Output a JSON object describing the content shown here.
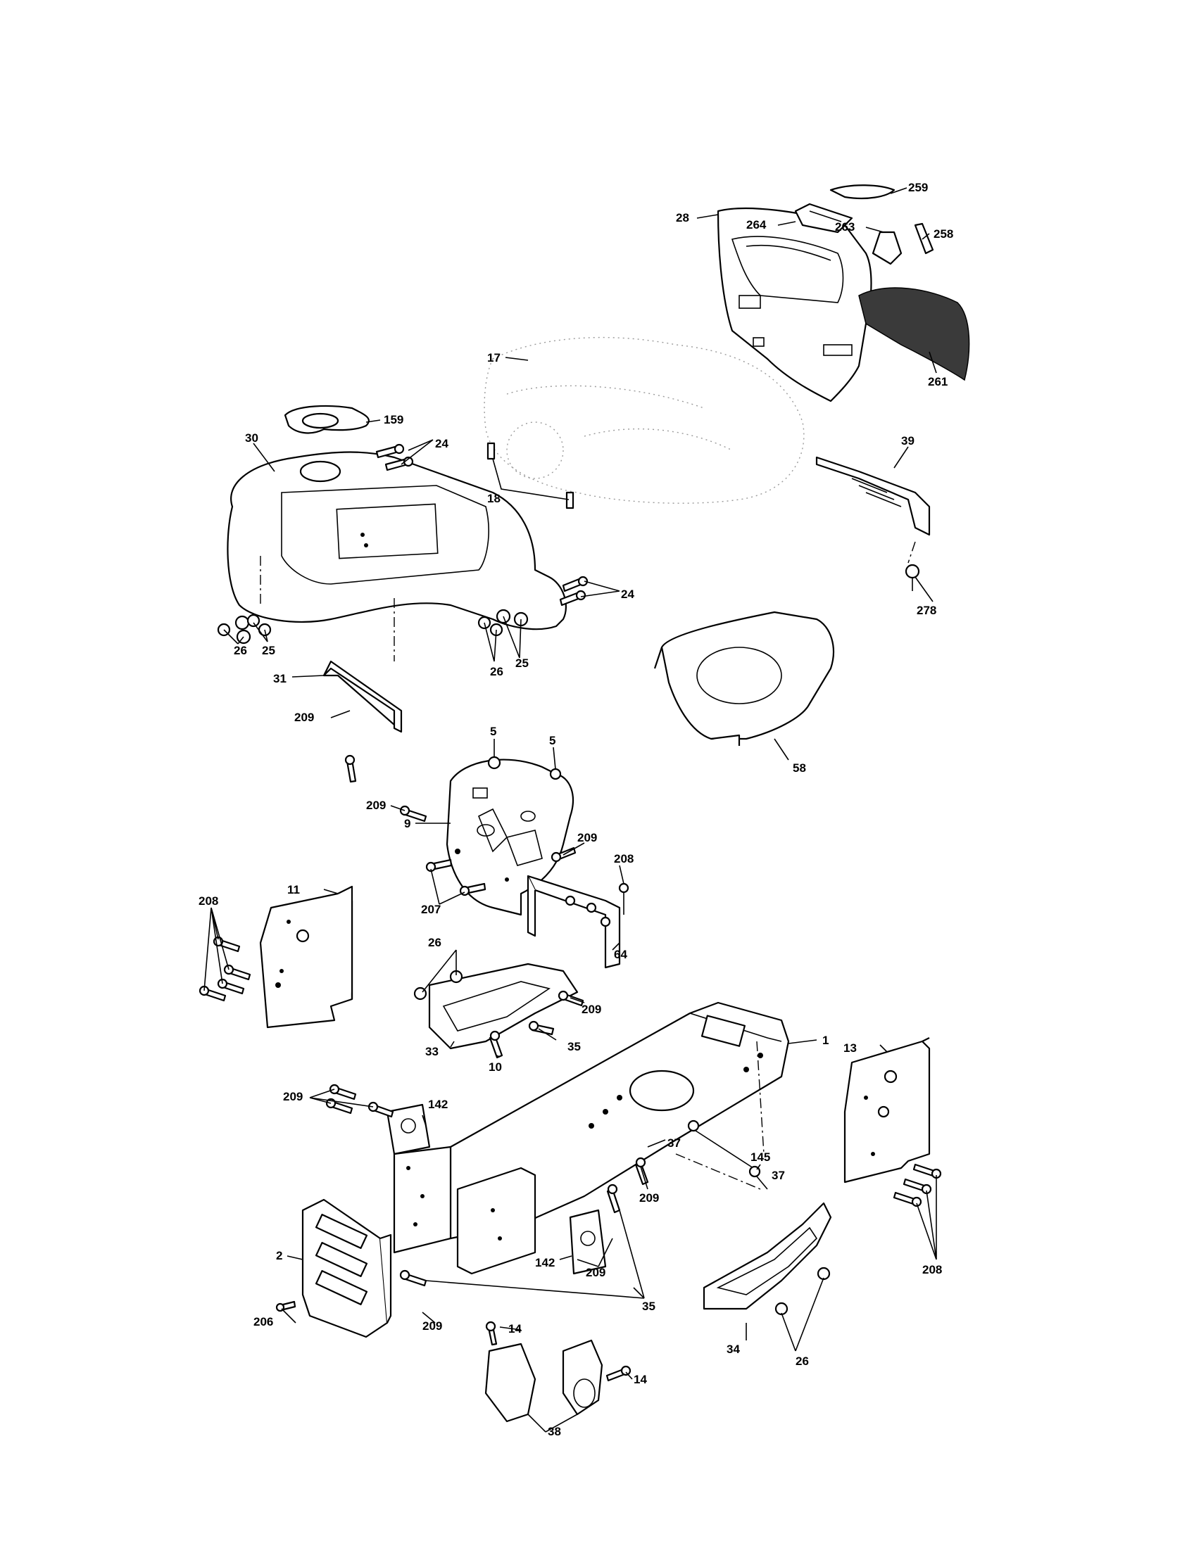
{
  "callouts": {
    "c1": "1",
    "c2": "2",
    "c5a": "5",
    "c5b": "5",
    "c9": "9",
    "c10": "10",
    "c11": "11",
    "c13": "13",
    "c14a": "14",
    "c14b": "14",
    "c17": "17",
    "c18": "18",
    "c24a": "24",
    "c24b": "24",
    "c25a": "25",
    "c25b": "25",
    "c26a": "26",
    "c26b": "26",
    "c26c": "26",
    "c26d": "26",
    "c28": "28",
    "c30": "30",
    "c31": "31",
    "c33": "33",
    "c34": "34",
    "c35a": "35",
    "c35b": "35",
    "c37a": "37",
    "c37b": "37",
    "c38": "38",
    "c39": "39",
    "c58": "58",
    "c64": "64",
    "c142a": "142",
    "c142b": "142",
    "c145": "145",
    "c159": "159",
    "c206": "206",
    "c207": "207",
    "c208a": "208",
    "c208b": "208",
    "c208c": "208",
    "c209a": "209",
    "c209b": "209",
    "c209c": "209",
    "c209d": "209",
    "c209e": "209",
    "c209f": "209",
    "c209g": "209",
    "c209h": "209",
    "c258": "258",
    "c259": "259",
    "c261": "261",
    "c263": "263",
    "c264": "264",
    "c278": "278"
  }
}
